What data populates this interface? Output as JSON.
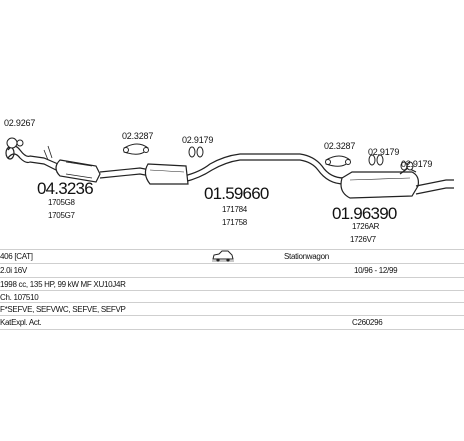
{
  "parts": [
    {
      "code": "02.9267",
      "kind": "small"
    },
    {
      "code": "04.3236",
      "kind": "big"
    },
    {
      "code": "1705G8",
      "kind": "small"
    },
    {
      "code": "1705G7",
      "kind": "small"
    },
    {
      "code": "02.3287",
      "kind": "small"
    },
    {
      "code": "02.9179",
      "kind": "small"
    },
    {
      "code": "01.59660",
      "kind": "big"
    },
    {
      "code": "171784",
      "kind": "small"
    },
    {
      "code": "171758",
      "kind": "small"
    },
    {
      "code": "02.3287",
      "kind": "small"
    },
    {
      "code": "02.9179",
      "kind": "small"
    },
    {
      "code": "02.9179",
      "kind": "small"
    },
    {
      "code": "01.96390",
      "kind": "big"
    },
    {
      "code": "1726AR",
      "kind": "small"
    },
    {
      "code": "1726V7",
      "kind": "small"
    }
  ],
  "vehicle": {
    "model": "406 [CAT]",
    "body": "Stationwagon",
    "engine": "2.0i 16V",
    "years": "10/96 - 12/99",
    "specs": "1998 cc, 135 HP, 99 kW MF XU10J4R",
    "chassis": "Ch. 107510",
    "engine_codes": "F*SEFVE, SEFVWC, SEFVE, SEFVP",
    "catalyst": "KatExpl. Act.",
    "ref": "C260296"
  },
  "icons": {
    "car": "car-icon"
  }
}
